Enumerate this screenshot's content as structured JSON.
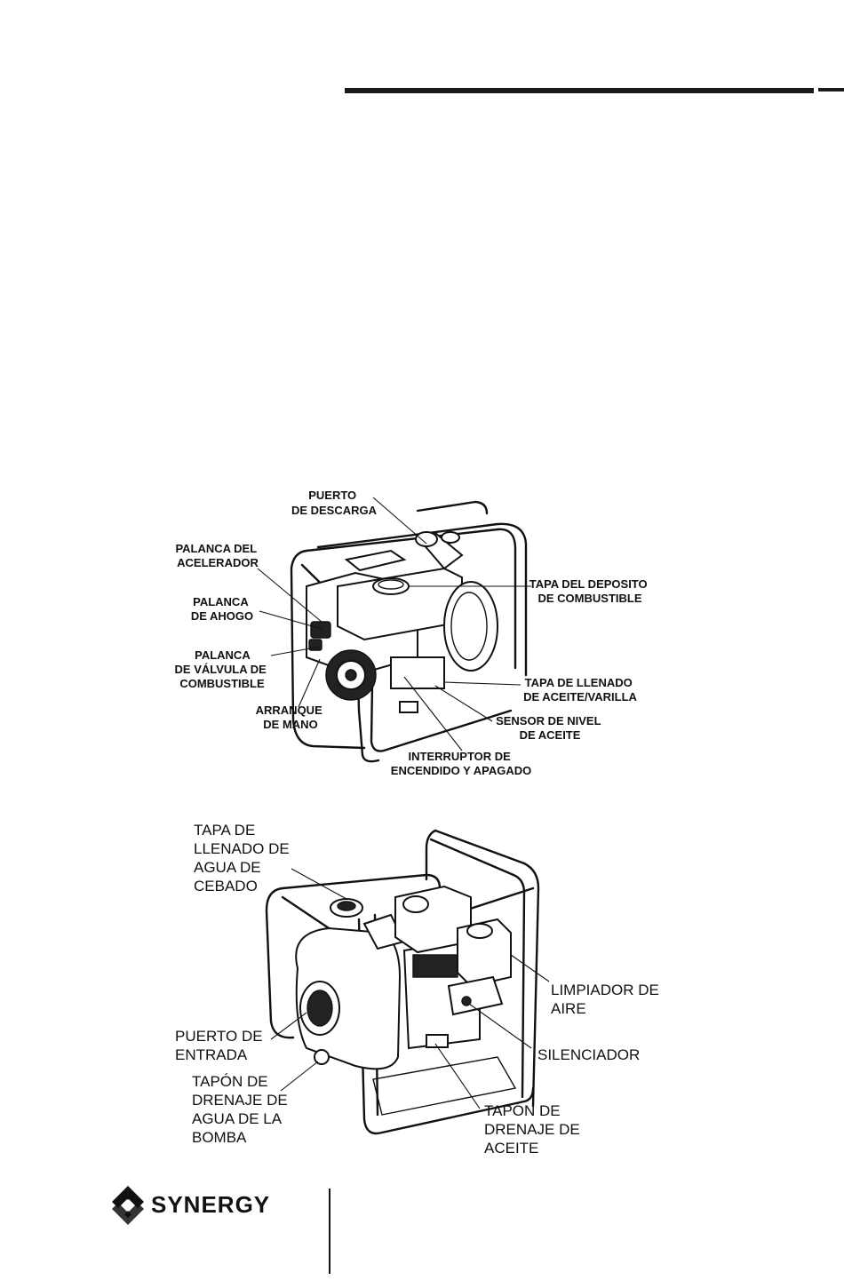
{
  "figure_top": {
    "labels": {
      "discharge_port": [
        "PUERTO",
        "DE DESCARGA"
      ],
      "throttle_lever": [
        "PALANCA DEL",
        "ACELERADOR"
      ],
      "choke_lever": [
        "PALANCA",
        "DE AHOGO"
      ],
      "fuel_valve_lever": [
        "PALANCA",
        "DE VÁLVULA DE",
        "COMBUSTIBLE"
      ],
      "recoil_starter": [
        "ARRANQUE",
        "DE MANO"
      ],
      "fuel_tank_cap": [
        "TAPA DEL DEPOSITO",
        "DE COMBUSTIBLE"
      ],
      "oil_fill_cap": [
        "TAPA DE LLENADO",
        "DE ACEITE/VARILLA"
      ],
      "oil_level_sensor": [
        "SENSOR DE NIVEL",
        "DE ACEITE"
      ],
      "engine_switch": [
        "INTERRUPTOR DE",
        "ENCENDIDO Y APAGADO"
      ]
    }
  },
  "figure_bottom": {
    "labels": {
      "priming_cap": [
        "TAPA DE",
        "LLENADO DE",
        "AGUA DE",
        "CEBADO"
      ],
      "inlet_port": [
        "PUERTO DE",
        "ENTRADA"
      ],
      "pump_drain_plug": [
        "TAPÓN DE",
        "DRENAJE DE",
        "AGUA DE LA",
        "BOMBA"
      ],
      "air_cleaner": [
        "LIMPIADOR DE",
        "AIRE"
      ],
      "muffler": [
        "SILENCIADOR"
      ],
      "oil_drain_plug": [
        "TAPÓN DE",
        "DRENAJE DE",
        "ACEITE"
      ]
    }
  },
  "footer": {
    "brand": "SYNERGY"
  }
}
